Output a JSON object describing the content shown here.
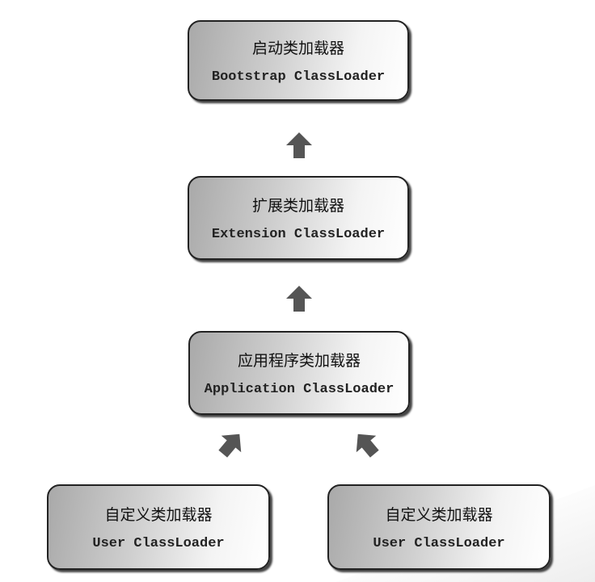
{
  "boxes": {
    "bootstrap": {
      "cn": "启动类加载器",
      "en": "Bootstrap ClassLoader"
    },
    "extension": {
      "cn": "扩展类加载器",
      "en": "Extension ClassLoader"
    },
    "application": {
      "cn": "应用程序类加载器",
      "en": "Application ClassLoader"
    },
    "user1": {
      "cn": "自定义类加载器",
      "en": "User ClassLoader"
    },
    "user2": {
      "cn": "自定义类加载器",
      "en": "User ClassLoader"
    }
  },
  "colors": {
    "arrow": "#555555",
    "border": "#222222"
  }
}
